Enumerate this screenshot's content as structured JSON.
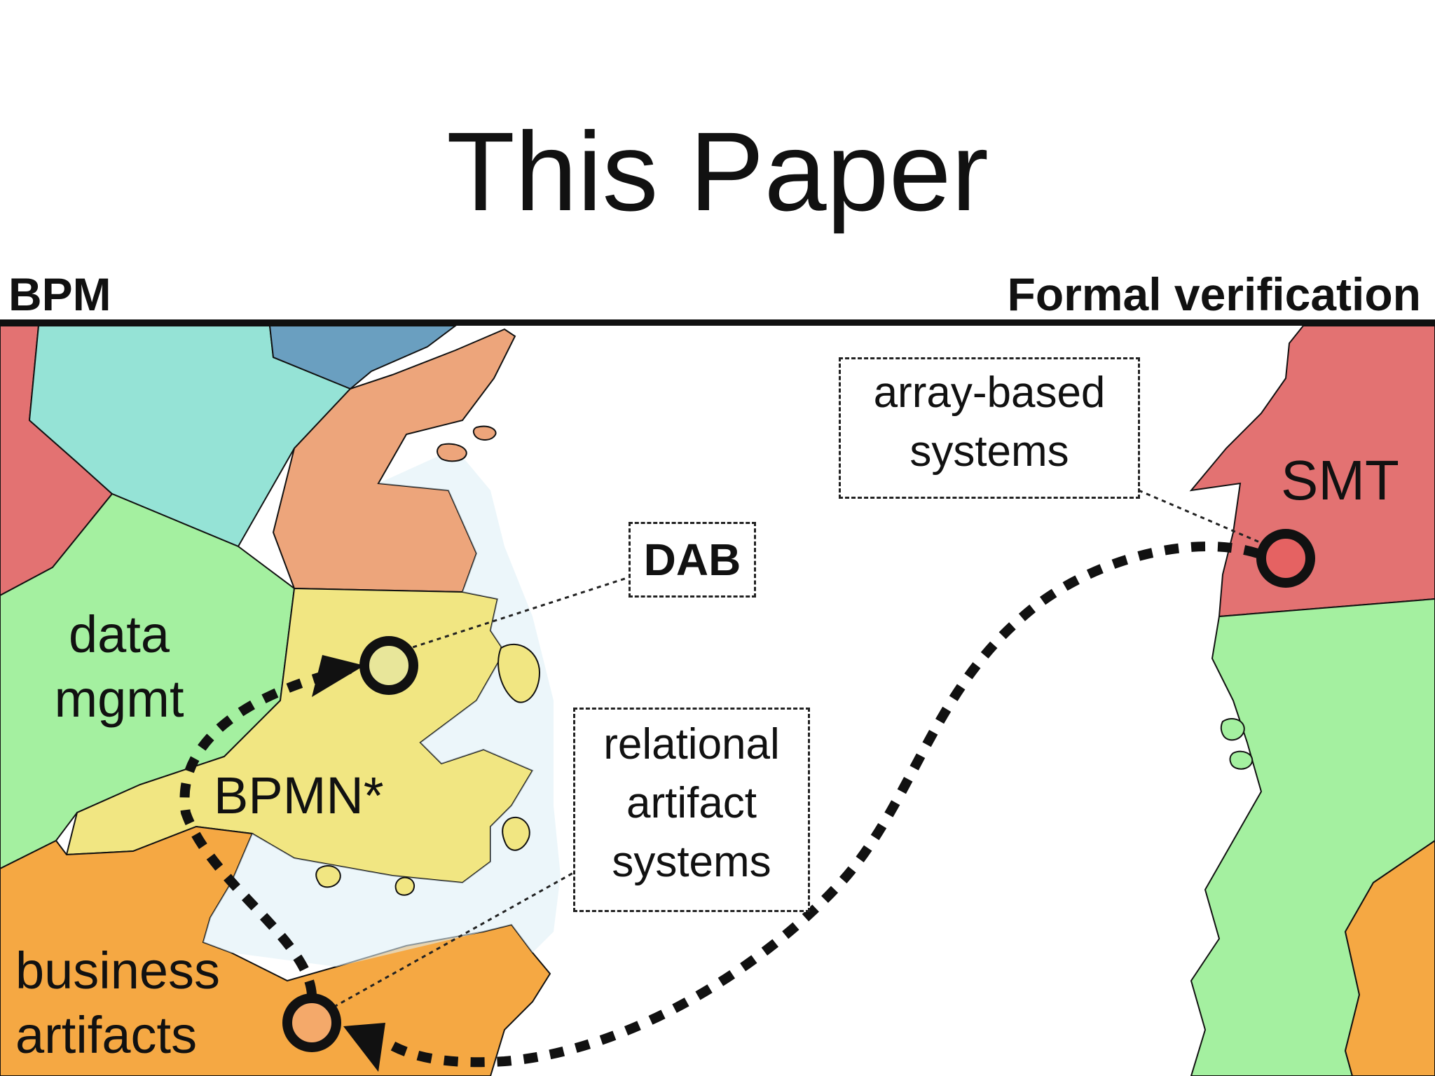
{
  "title": "This Paper",
  "left_header": "BPM",
  "right_header": "Formal verification",
  "regions": {
    "data_mgmt": [
      "data",
      "mgmt"
    ],
    "bpmn": "BPMN*",
    "business_artifacts": [
      "business",
      "artifacts"
    ],
    "smt": "SMT"
  },
  "boxes": {
    "dab": "DAB",
    "array_based": [
      "array-based",
      "systems"
    ],
    "relational": [
      "relational",
      "artifact",
      "systems"
    ]
  },
  "colors": {
    "red": "#e37272",
    "cyan": "#95e3d6",
    "blue": "#6a9fc0",
    "salmon": "#eda57b",
    "green": "#a4f0a0",
    "yellow": "#f1e682",
    "orange": "#f5a843",
    "ice": "#dff0f6",
    "node_yellow": "#e8e69a",
    "node_orange": "#f4a96a",
    "node_red": "#e56262"
  }
}
